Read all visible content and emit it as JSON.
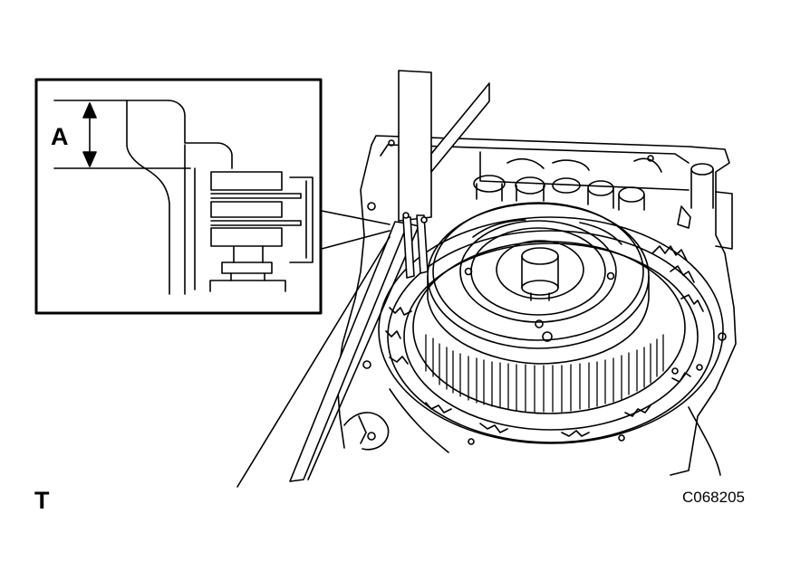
{
  "labels": {
    "dimension": "A",
    "view_marker": "T",
    "figure_code": "C068205"
  },
  "colors": {
    "line": "#000000",
    "background": "#ffffff"
  }
}
